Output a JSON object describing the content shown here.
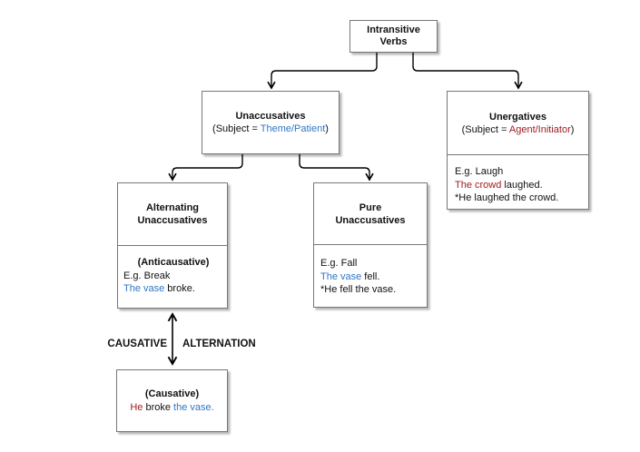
{
  "colors": {
    "theme_blue": "#2E76C8",
    "agent_red": "#A01E1E",
    "box_border": "#777777",
    "connector": "#000000",
    "background": "#FFFFFF"
  },
  "diagram": {
    "root": {
      "line1": "Intransitive",
      "line2": "Verbs"
    },
    "unaccusatives": {
      "title": "Unaccusatives",
      "subject_prefix": "(Subject = ",
      "subject_role": "Theme/Patient",
      "subject_suffix": ")"
    },
    "unergatives": {
      "title": "Unergatives",
      "subject_prefix": "(Subject = ",
      "subject_role": "Agent/Initiator",
      "subject_suffix": ")",
      "example_intro": "E.g. Laugh",
      "example_subject": "The crowd",
      "example_rest": " laughed.",
      "example_ungrammatical": "*He laughed the crowd."
    },
    "alternating": {
      "title_line1": "Alternating",
      "title_line2": "Unaccusatives",
      "sublabel": "(Anticausative)",
      "example_intro": "E.g. Break",
      "example_subject": "The vase",
      "example_rest": " broke."
    },
    "pure": {
      "title_line1": "Pure",
      "title_line2": "Unaccusatives",
      "example_intro": "E.g. Fall",
      "example_subject": "The vase",
      "example_rest": " fell.",
      "example_ungrammatical": "*He fell the vase."
    },
    "causative": {
      "sublabel": "(Causative)",
      "example_agent": "He",
      "example_verb": " broke ",
      "example_object": "the vase."
    },
    "alternation_label": {
      "left": "CAUSATIVE",
      "right": "ALTERNATION"
    }
  }
}
